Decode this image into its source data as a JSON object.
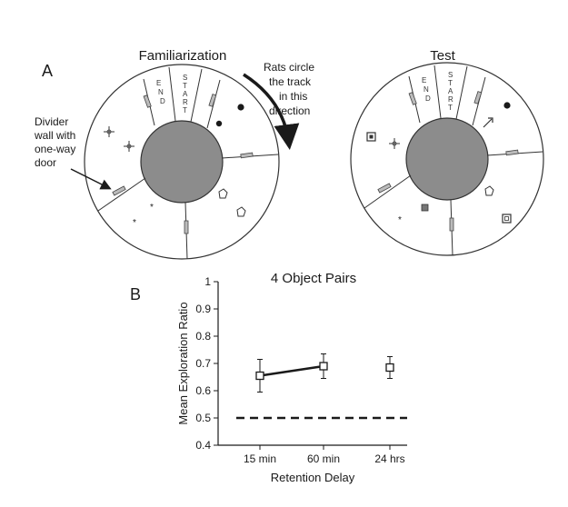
{
  "panel_a": {
    "letter": "A",
    "familiarization_title": "Familiarization",
    "test_title": "Test",
    "direction_note": [
      "Rats circle",
      "the track",
      "in this",
      "direction"
    ],
    "divider_note": [
      "Divider",
      "wall with",
      "one-way",
      "door"
    ],
    "segment_end": [
      "E",
      "N",
      "D"
    ],
    "segment_start": [
      "S",
      "T",
      "A",
      "R",
      "T"
    ]
  },
  "panel_b": {
    "letter": "B"
  },
  "chart_data": {
    "type": "line",
    "title": "4 Object Pairs",
    "xlabel": "Retention Delay",
    "ylabel": "Mean Exploration Ratio",
    "categories": [
      "15 min",
      "60 min",
      "24 hrs"
    ],
    "ylim": [
      0.4,
      1.0
    ],
    "yticks": [
      "0.4",
      "0.5",
      "0.6",
      "0.7",
      "0.8",
      "0.9",
      "1"
    ],
    "series": [
      {
        "values": [
          0.655,
          0.69,
          0.685
        ],
        "errors": [
          0.06,
          0.045,
          0.04
        ],
        "connected": [
          true,
          true,
          false
        ]
      }
    ],
    "reference_line": {
      "y": 0.5,
      "style": "dashed"
    },
    "grid": false,
    "legend": "none"
  }
}
